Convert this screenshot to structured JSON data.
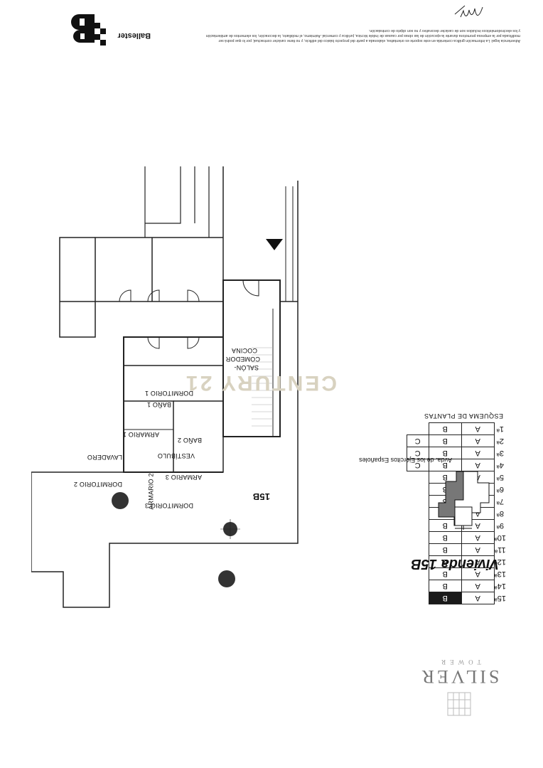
{
  "branding": {
    "developer": "Ballester",
    "project_name": "SILVER",
    "project_sub": "TOWER",
    "agency_watermark": "CENTURY 21"
  },
  "legal_notice": [
    "Advertencia legal: La información gráfica contenida en este soporte es orientativa, elaborada a partir del proyecto básico del edificio, y no tiene carácter contractual, por lo que podrá ser",
    "modificada por la empresa promotora durante la ejecución de las obras por causas de índole técnica, jurídica y comercial. Asimismo, el mobiliario, la decoración, los elementos de ambientación",
    "y los electrodomésticos incluidos son de carácter decorativo y no son objeto de contratación."
  ],
  "unit": {
    "title": "Vivienda 15B",
    "entrance_tag": "15B",
    "street": "Avda. de los Ejércitos Españoles"
  },
  "rooms": {
    "salon": "SALÓN-",
    "comedor": "COMEDOR",
    "cocina": "COCINA",
    "dormitorio1": "DORMITORIO 1",
    "dormitorio2": "DORMITORIO 2",
    "dormitorio3": "DORMITORIO 3",
    "bano1": "BAÑO 1",
    "bano2": "BAÑO 2",
    "armario1": "ARMARIO 1",
    "armario2": "ARMARIO 2",
    "armario3": "ARMARIO 3",
    "vestibulo": "VESTÍBULO",
    "lavadero": "LAVADERO"
  },
  "floor_scheme": {
    "title": "ESQUEMA DE PLANTAS",
    "highlight_floor": "15ª",
    "highlight_unit": "B",
    "rows": [
      {
        "floor": "15ª",
        "units": [
          "A",
          "B"
        ]
      },
      {
        "floor": "14ª",
        "units": [
          "A",
          "B"
        ]
      },
      {
        "floor": "13ª",
        "units": [
          "A",
          "B"
        ]
      },
      {
        "floor": "12ª",
        "units": [
          "A",
          "B"
        ]
      },
      {
        "floor": "11ª",
        "units": [
          "A",
          "B"
        ]
      },
      {
        "floor": "10ª",
        "units": [
          "A",
          "B"
        ]
      },
      {
        "floor": "9ª",
        "units": [
          "A",
          "B"
        ]
      },
      {
        "floor": "8ª",
        "units": [
          "A",
          "B"
        ]
      },
      {
        "floor": "7ª",
        "units": [
          "A",
          "B"
        ]
      },
      {
        "floor": "6ª",
        "units": [
          "A",
          "B"
        ]
      },
      {
        "floor": "5ª",
        "units": [
          "A",
          "B"
        ]
      },
      {
        "floor": "4ª",
        "units": [
          "A",
          "B",
          "C"
        ]
      },
      {
        "floor": "3ª",
        "units": [
          "A",
          "B",
          "C"
        ]
      },
      {
        "floor": "2ª",
        "units": [
          "A",
          "B",
          "C"
        ]
      },
      {
        "floor": "1ª",
        "units": [
          "A",
          "B"
        ]
      }
    ]
  },
  "colors": {
    "wall": "#222222",
    "highlight_fill": "#1a1a1a",
    "key_fill": "#7a7a7a",
    "watermark": "#d8d2c0"
  }
}
